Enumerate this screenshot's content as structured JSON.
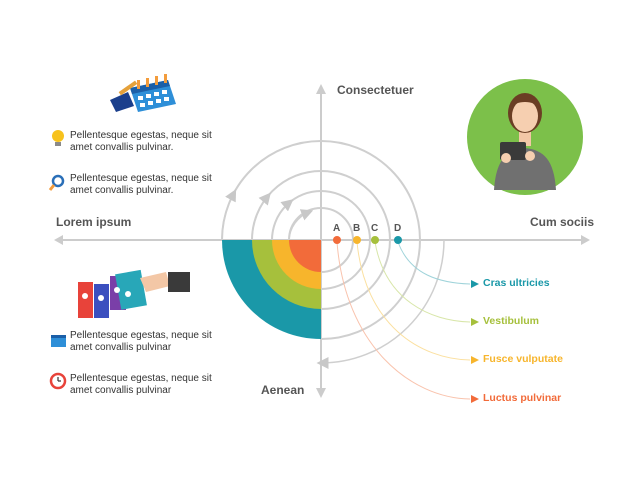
{
  "axes": {
    "top": "Consectetuer",
    "bottom": "Aenean",
    "left": "Lorem ipsum",
    "right": "Cum sociis"
  },
  "rings": [
    {
      "letter": "A",
      "color": "#f26b3a"
    },
    {
      "letter": "B",
      "color": "#f7b52c"
    },
    {
      "letter": "C",
      "color": "#a6c03c"
    },
    {
      "letter": "D",
      "color": "#1a98a8"
    }
  ],
  "legend": [
    {
      "label": "Cras ultricies",
      "color": "#1a98a8"
    },
    {
      "label": "Vestibulum",
      "color": "#a6c03c"
    },
    {
      "label": "Fusce vulputate",
      "color": "#f7b52c"
    },
    {
      "label": "Luctus pulvinar",
      "color": "#f26b3a"
    }
  ],
  "notes": [
    {
      "icon": "lightbulb-icon",
      "line1": "Pellentesque egestas, neque sit",
      "line2": "amet convallis pulvinar."
    },
    {
      "icon": "magnifier-icon",
      "line1": "Pellentesque egestas, neque sit",
      "line2": "amet convallis pulvinar."
    },
    {
      "icon": "calendar-small-icon",
      "line1": "Pellentesque egestas, neque sit",
      "line2": "amet convallis pulvinar"
    },
    {
      "icon": "alarm-clock-icon",
      "line1": "Pellentesque egestas, neque sit",
      "line2": "amet convallis pulvinar"
    }
  ],
  "colors": {
    "axis": "#cccccc",
    "avatar_bg": "#7cc04a"
  }
}
